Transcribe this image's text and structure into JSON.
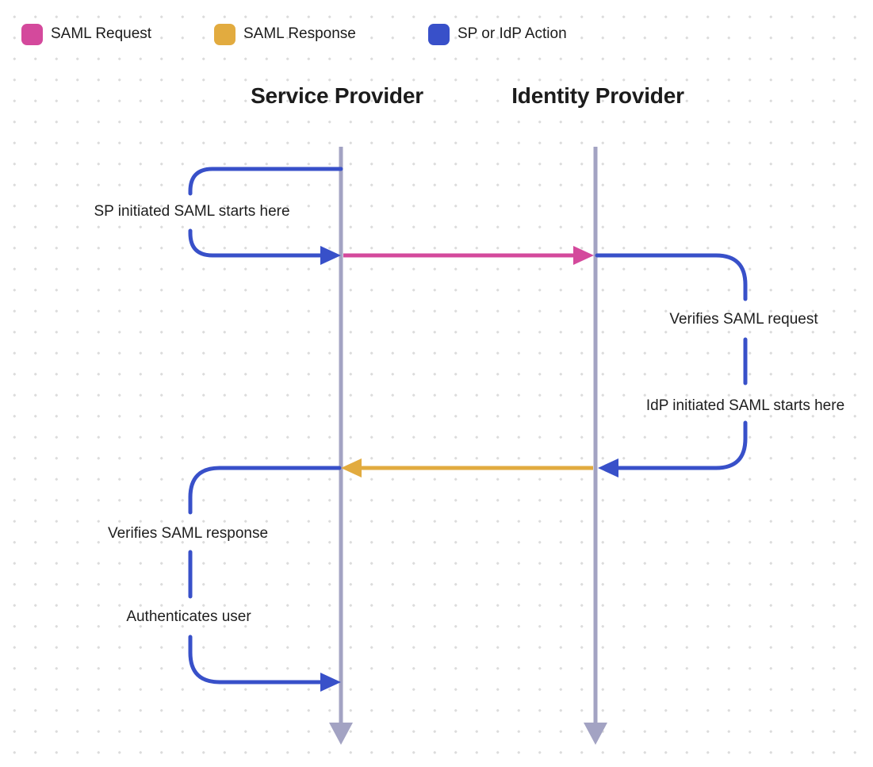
{
  "page": {
    "background_color": "#ffffff",
    "dot_grid_color": "#dcdcdc"
  },
  "legend": {
    "items": [
      {
        "id": "saml-request",
        "label": "SAML Request",
        "color": "#d4499c"
      },
      {
        "id": "saml-response",
        "label": "SAML Response",
        "color": "#e2ab3f"
      },
      {
        "id": "sp-idp-action",
        "label": "SP or IdP Action",
        "color": "#3850c9"
      }
    ]
  },
  "diagram": {
    "lanes": [
      {
        "title": "Service Provider"
      },
      {
        "title": "Identity Provider"
      }
    ],
    "lifeline_color": "#a3a3c3",
    "action_color": "#3850c9",
    "labels": {
      "sp_initiated": "SP initiated SAML starts here",
      "verifies_request": "Verifies SAML request",
      "idp_initiated": "IdP initiated SAML starts here",
      "verifies_response": "Verifies SAML response",
      "authenticates_user": "Authenticates user"
    },
    "arrows": [
      {
        "type": "saml-request",
        "from": "Service Provider",
        "to": "Identity Provider",
        "color": "#d4499c"
      },
      {
        "type": "saml-response",
        "from": "Identity Provider",
        "to": "Service Provider",
        "color": "#e2ab3f"
      }
    ]
  }
}
